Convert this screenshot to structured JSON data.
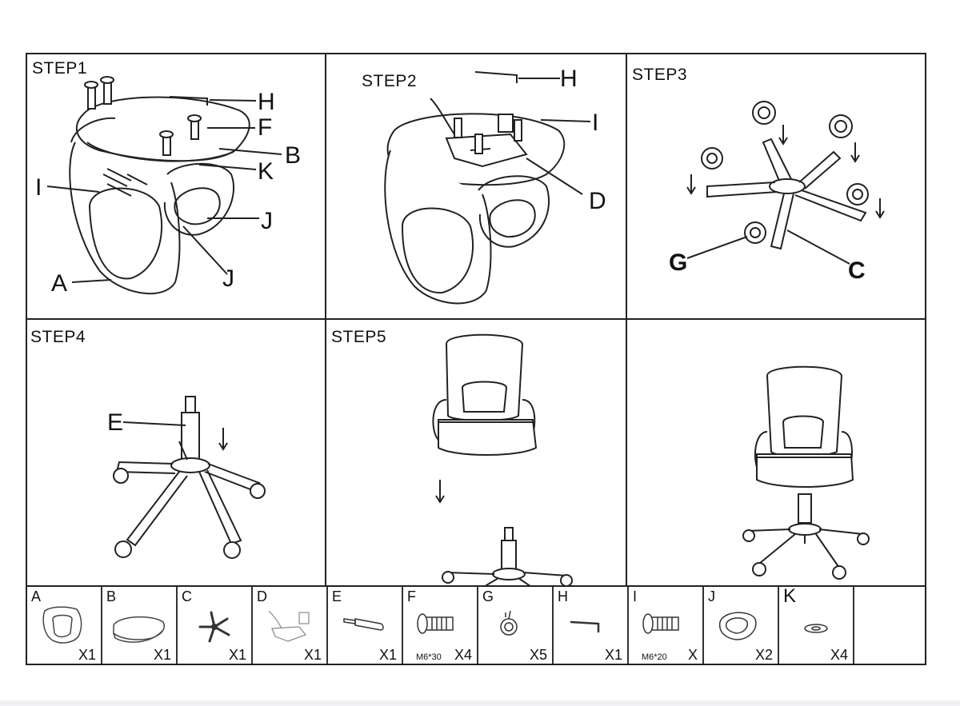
{
  "steps": [
    {
      "title": "STEP1",
      "callouts": [
        "H",
        "F",
        "B",
        "K",
        "I",
        "J",
        "J",
        "A"
      ]
    },
    {
      "title": "STEP2",
      "callouts": [
        "H",
        "I",
        "D"
      ]
    },
    {
      "title": "STEP3",
      "callouts": [
        "G",
        "C"
      ]
    },
    {
      "title": "STEP4",
      "callouts": [
        "E"
      ]
    },
    {
      "title": "STEP5",
      "callouts": []
    },
    {
      "title": "",
      "callouts": []
    }
  ],
  "parts": [
    {
      "letter": "A",
      "qty": "X1",
      "spec": ""
    },
    {
      "letter": "B",
      "qty": "X1",
      "spec": ""
    },
    {
      "letter": "C",
      "qty": "X1",
      "spec": ""
    },
    {
      "letter": "D",
      "qty": "X1",
      "spec": ""
    },
    {
      "letter": "E",
      "qty": "X1",
      "spec": ""
    },
    {
      "letter": "F",
      "qty": "X4",
      "spec": "M6*30"
    },
    {
      "letter": "G",
      "qty": "X5",
      "spec": ""
    },
    {
      "letter": "H",
      "qty": "X1",
      "spec": ""
    },
    {
      "letter": "I",
      "qty": "X",
      "spec": "M6*20"
    },
    {
      "letter": "J",
      "qty": "X2",
      "spec": ""
    },
    {
      "letter": "K",
      "qty": "X4",
      "spec": ""
    }
  ],
  "icons": [
    "backrest-icon",
    "seat-cushion-icon",
    "star-base-icon",
    "mechanism-plate-icon",
    "gas-lift-icon",
    "bolt-icon",
    "caster-wheel-icon",
    "hex-key-icon",
    "bolt-icon",
    "armrest-icon",
    "washer-icon"
  ],
  "colors": {
    "line": "#222222",
    "paper": "#ffffff"
  }
}
